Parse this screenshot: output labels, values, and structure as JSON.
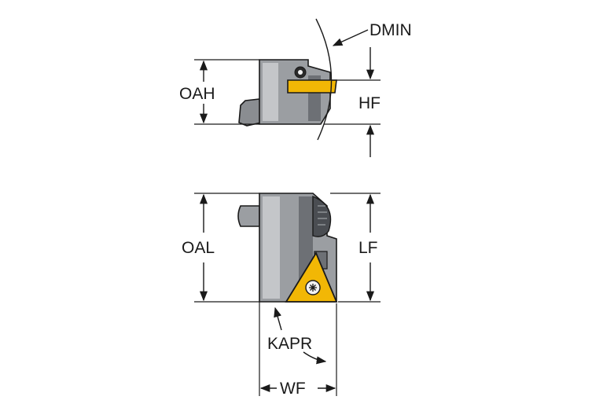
{
  "labels": {
    "dmin": "DMIN",
    "oah": "OAH",
    "hf": "HF",
    "oal": "OAL",
    "lf": "LF",
    "kapr": "KAPR",
    "wf": "WF"
  },
  "colors": {
    "body_gray": "#9b9ea2",
    "body_dark": "#6d7075",
    "body_light": "#c4c6c9",
    "insert_yellow": "#f2b705",
    "insert_dark": "#b88400",
    "line": "#1a1a1a"
  }
}
